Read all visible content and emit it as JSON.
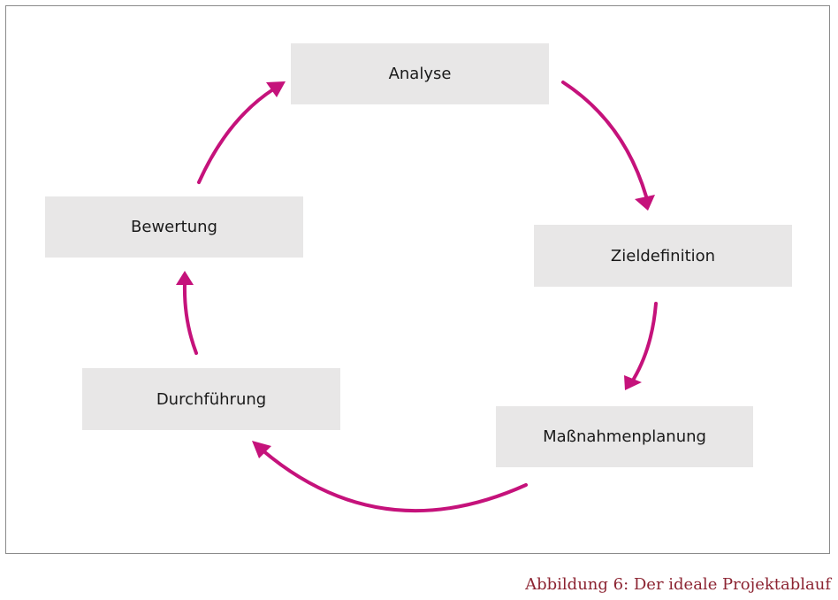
{
  "diagram": {
    "nodes": {
      "analyse": "Analyse",
      "zieldefinition": "Zieldefinition",
      "massnahmenplanung": "Maßnahmenplanung",
      "durchfuehrung": "Durchführung",
      "bewertung": "Bewertung"
    },
    "arrow_color": "#c5127b",
    "box_color": "#e8e7e7"
  },
  "caption": "Abbildung 6: Der ideale Projektablauf"
}
